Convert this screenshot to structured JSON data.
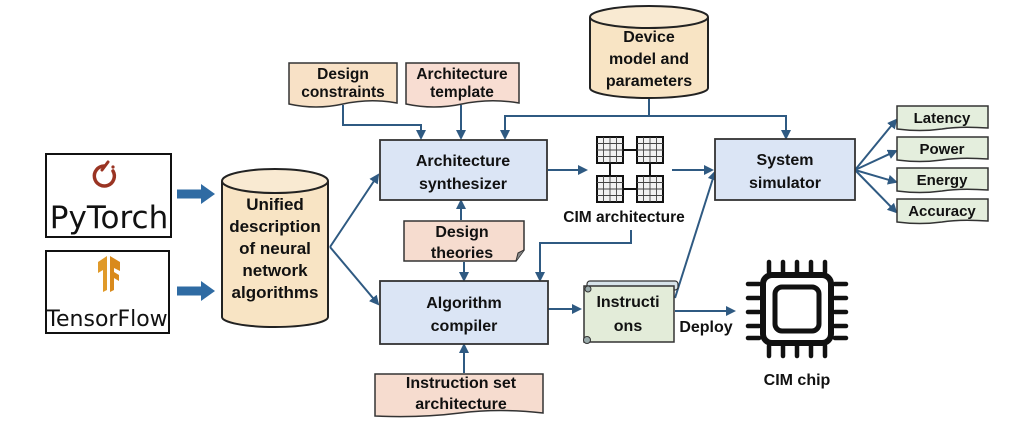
{
  "colors": {
    "process_fill": "#dbe5f5",
    "database_fill": "#f8e4c4",
    "document_peach": "#f8e1cf",
    "document_salmon": "#f6dccf",
    "output_fill": "#e4eedd",
    "instructions_fill": "#e3ecd9",
    "edge": "#2f5a82",
    "fat_arrow": "#2f6ba3",
    "pytorch_logo": "#9a3423",
    "tensorflow_logo": "#e09a2a"
  },
  "frameworks": {
    "pytorch": {
      "label": "PyTorch",
      "icon": "pytorch-flame-icon"
    },
    "tensorflow": {
      "label": "TensorFlow",
      "icon": "tensorflow-logo-icon"
    }
  },
  "unified": {
    "lines": [
      "Unified",
      "description",
      "of neural",
      "network",
      "algorithms"
    ]
  },
  "design_constraints": {
    "lines": [
      "Design",
      "constraints"
    ]
  },
  "architecture_template": {
    "lines": [
      "Architecture",
      "template"
    ]
  },
  "device_model": {
    "lines": [
      "Device",
      "model and",
      "parameters"
    ]
  },
  "architecture_synthesizer": {
    "lines": [
      "Architecture",
      "synthesizer"
    ]
  },
  "cim_architecture": {
    "label": "CIM architecture",
    "icon": "cim-array-grid-icon"
  },
  "system_simulator": {
    "lines": [
      "System",
      "simulator"
    ]
  },
  "design_theories": {
    "lines": [
      "Design",
      "theories"
    ]
  },
  "algorithm_compiler": {
    "lines": [
      "Algorithm",
      "compiler"
    ]
  },
  "instructions": {
    "lines": [
      "Instructi",
      "ons"
    ]
  },
  "deploy_label": "Deploy",
  "cim_chip": {
    "label": "CIM chip",
    "icon": "chip-icon"
  },
  "instruction_set": {
    "lines": [
      "Instruction set",
      "architecture"
    ]
  },
  "outputs": [
    "Latency",
    "Power",
    "Energy",
    "Accuracy"
  ]
}
